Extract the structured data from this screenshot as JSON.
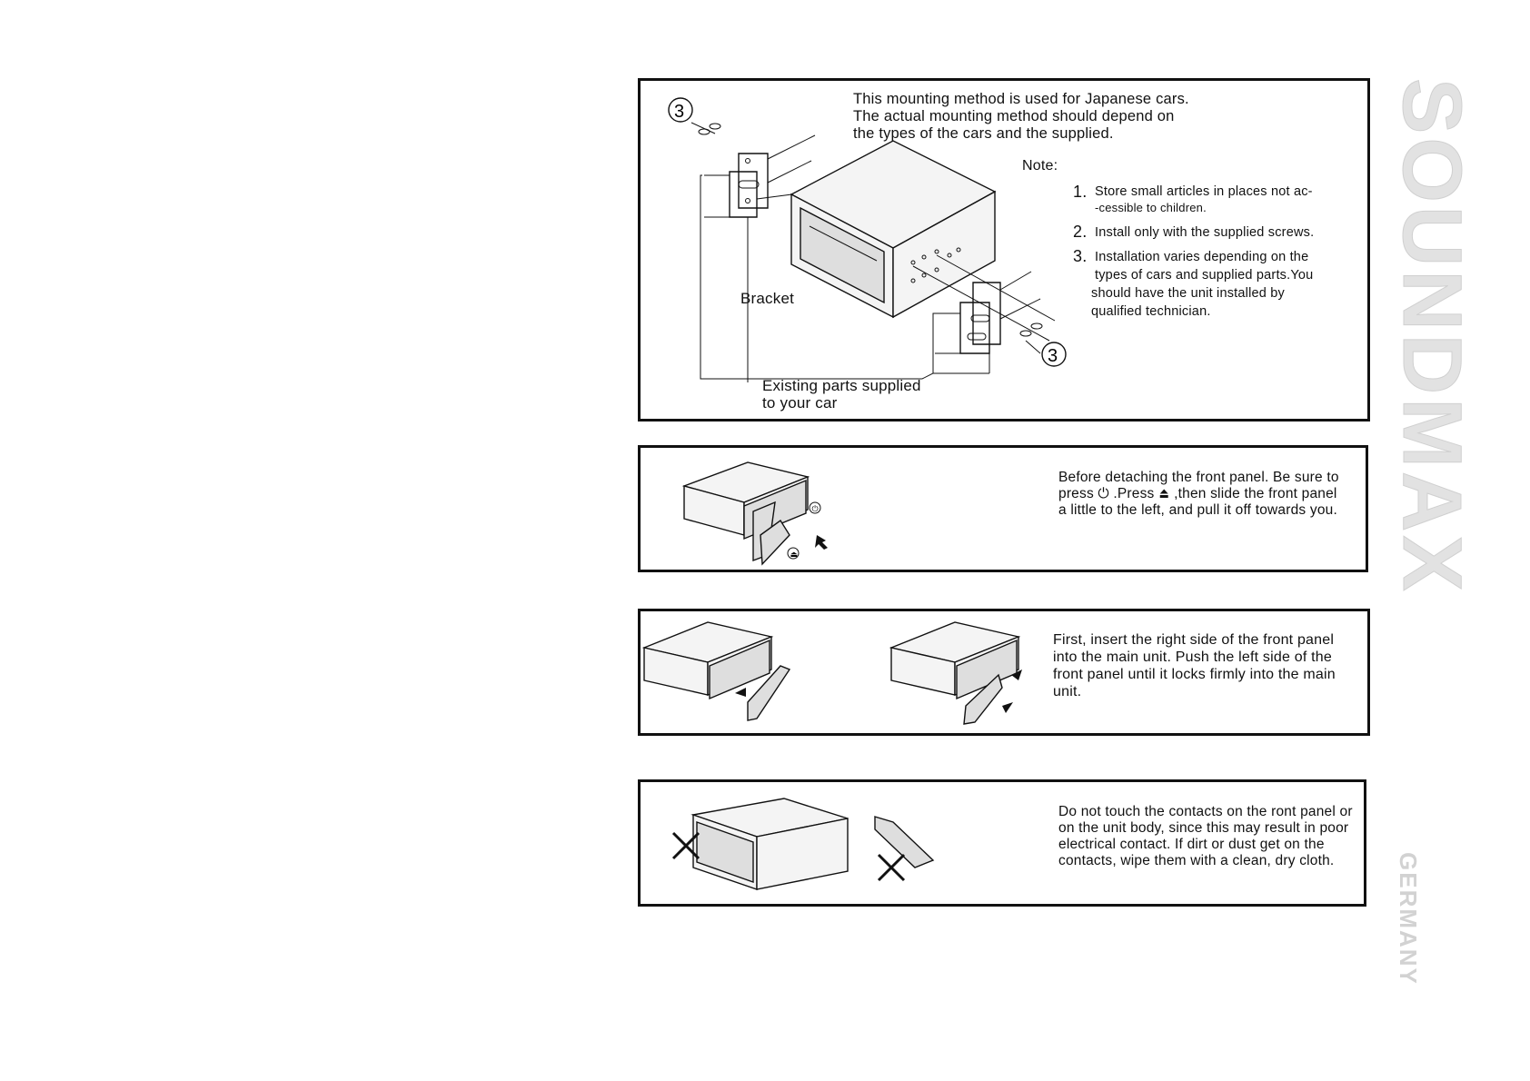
{
  "panel1": {
    "intro": [
      "This mounting method is used for Japanese cars.",
      "The actual mounting method should depend on",
      "the types of the cars and the supplied."
    ],
    "note_label": "Note:",
    "notes": [
      {
        "num": "1.",
        "lines": [
          "Store small articles in places not ac-",
          "-cessible to children."
        ]
      },
      {
        "num": "2.",
        "lines": [
          "Install only with the supplied screws."
        ]
      },
      {
        "num": "3.",
        "lines": [
          "Installation varies depending on the",
          "types of cars and supplied parts.You",
          "should have the unit installed by",
          "qualified technician."
        ]
      }
    ],
    "bracket_label": "Bracket",
    "existing_parts_label": [
      "Existing parts supplied",
      "to your car"
    ],
    "screw_callout_left": "③",
    "screw_callout_right": "③"
  },
  "panel2": {
    "lines": [
      "Before detaching the front panel. Be sure to",
      "press ⏻ .Press ⏏ ,then slide the front panel",
      "a little to the left, and pull it off towards you."
    ],
    "icons": [
      "power-icon",
      "eject-icon",
      "arrow-right-icon"
    ]
  },
  "panel3": {
    "lines": [
      "First,   insert the right side of the front panel",
      "into the main unit.   Push the left side of  the",
      "front panel until it locks firmly into the main",
      "unit."
    ]
  },
  "panel4": {
    "lines": [
      "Do not touch the contacts on the ront panel or",
      "on the unit body, since this may result in poor",
      "electrical contact.  If dirt  or  dust  get  on  the",
      "contacts, wipe them with a clean, dry cloth."
    ]
  },
  "brand": {
    "name": "SOUNDMAX",
    "sub": "GERMANY",
    "color": "#e2e2e2"
  }
}
